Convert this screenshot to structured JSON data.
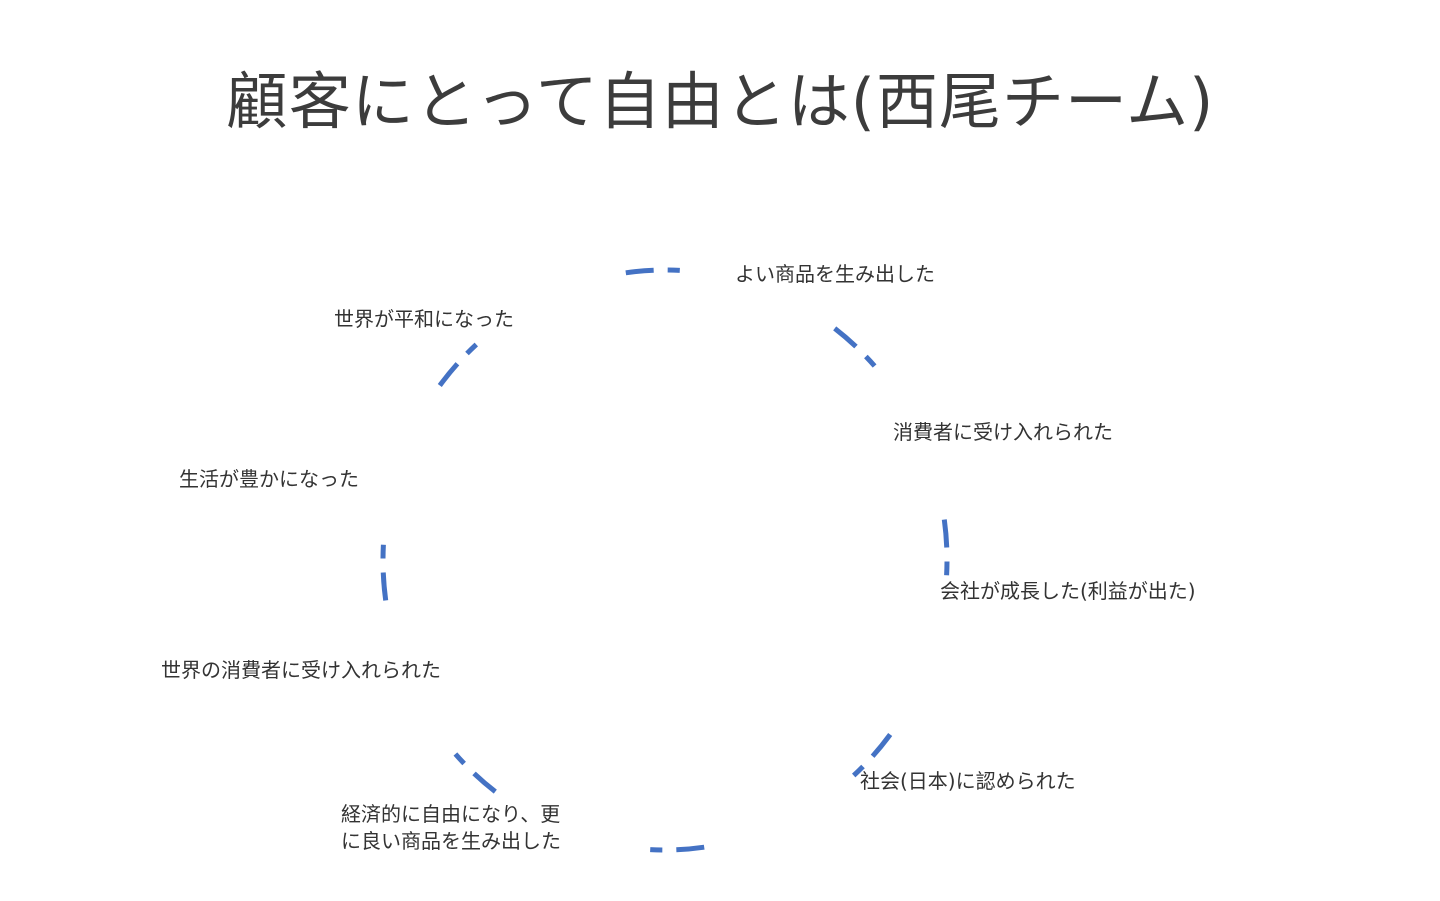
{
  "title": "顧客にとって自由とは(西尾チーム)",
  "diagram": {
    "type": "cycle",
    "ring_color": "#4472c4",
    "nodes": [
      {
        "id": "n1",
        "label": "よい商品を生み出した"
      },
      {
        "id": "n2",
        "label": "消費者に受け入れられた"
      },
      {
        "id": "n3",
        "label": "会社が成長した(利益が出た)"
      },
      {
        "id": "n4",
        "label": "社会(日本)に認められた"
      },
      {
        "id": "n5",
        "label": "経済的に自由になり、更\nに良い商品を生み出した"
      },
      {
        "id": "n6",
        "label": "世界の消費者に受け入れられた"
      },
      {
        "id": "n7",
        "label": "生活が豊かになった"
      },
      {
        "id": "n8",
        "label": "世界が平和になった"
      }
    ]
  }
}
